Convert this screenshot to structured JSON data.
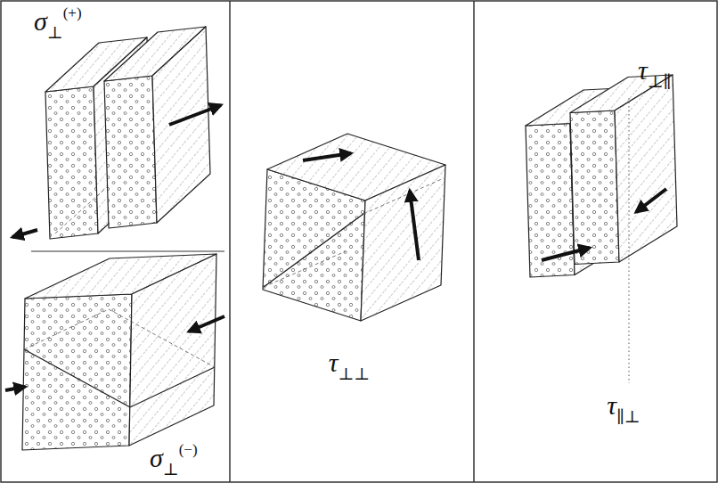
{
  "diagram": {
    "labels": [
      "σ⊥(+)",
      "σ⊥(−)",
      "τ⊥⊥",
      "τ⊥∥",
      "τ∥⊥"
    ]
  }
}
